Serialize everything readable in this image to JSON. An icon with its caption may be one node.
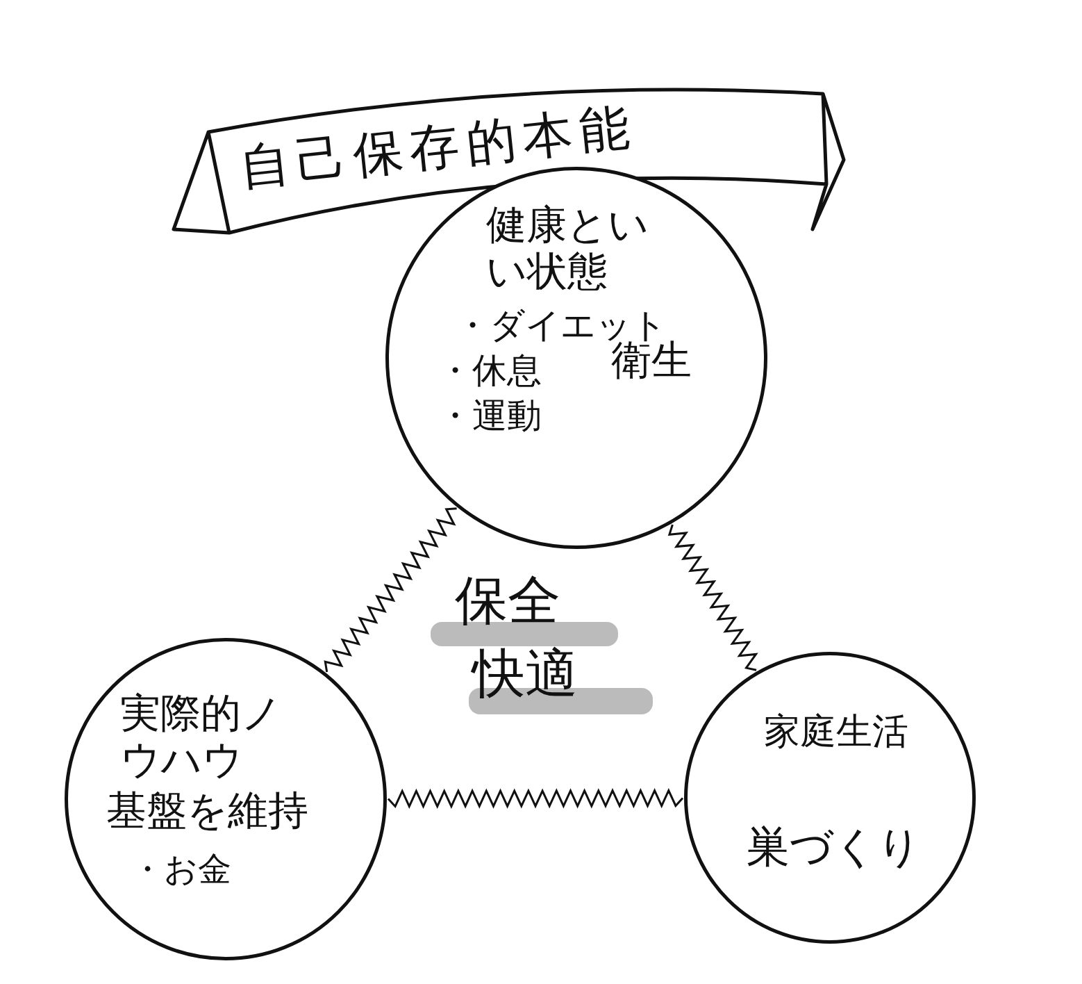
{
  "diagram": {
    "title": "自己保存的本能",
    "nodes": [
      {
        "text": [
          "健康といい状態",
          "・ダイエット",
          "・休息",
          "・運動",
          "衛生"
        ]
      },
      {
        "text": [
          "実際的ノウハウ",
          "基盤を維持",
          "・お金"
        ]
      },
      {
        "text": [
          "家庭生活",
          "巣づくり"
        ]
      }
    ],
    "edges": [
      {
        "from": 0,
        "to": 1,
        "arrow": "none"
      },
      {
        "from": 0,
        "to": 2,
        "arrow": "none"
      },
      {
        "from": 1,
        "to": 2,
        "arrow": "none"
      }
    ],
    "labels": [
      "保全",
      "快適"
    ]
  }
}
